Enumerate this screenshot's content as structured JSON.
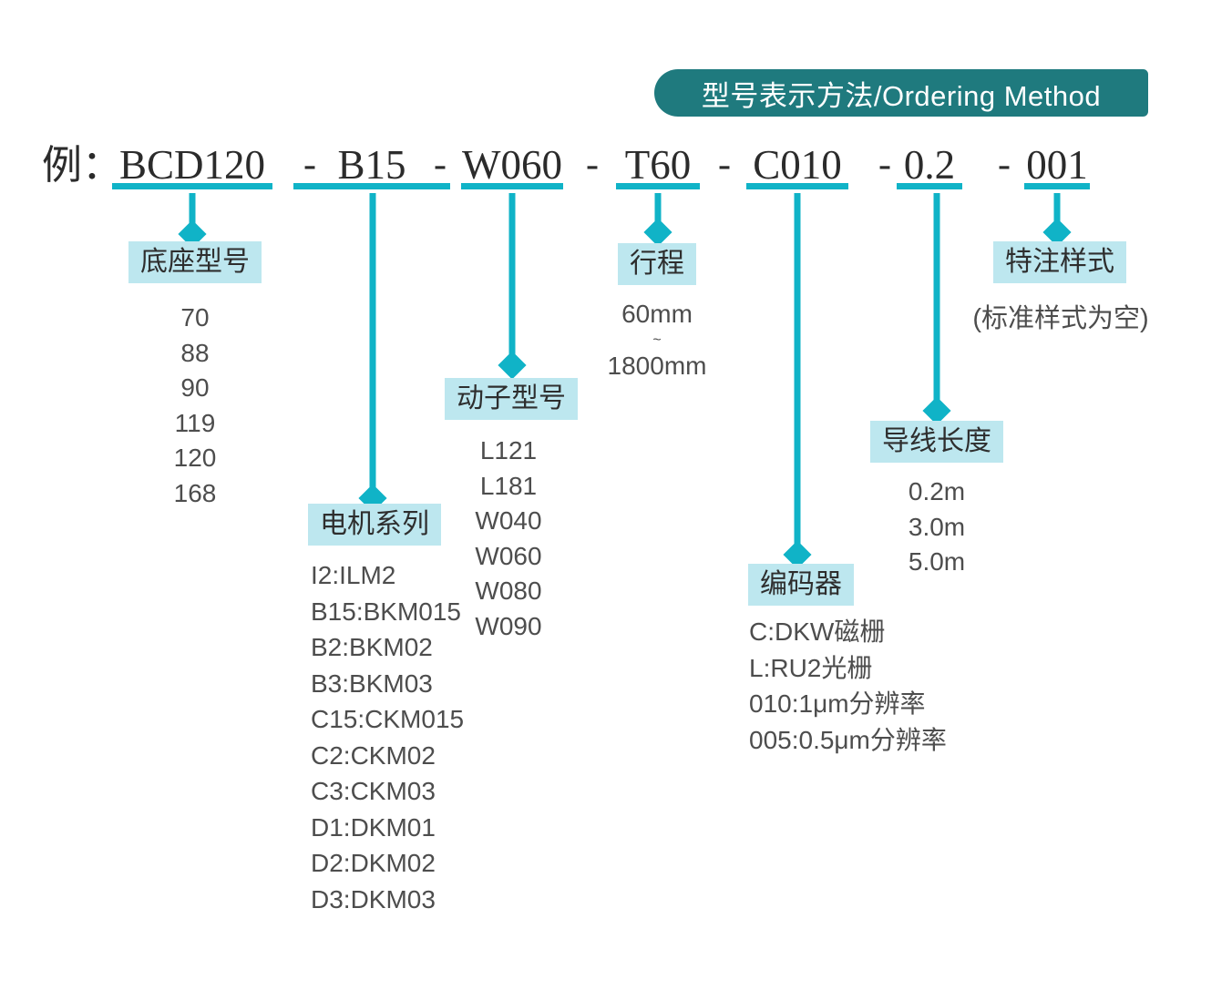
{
  "banner": {
    "title": "型号表示方法/Ordering Method"
  },
  "example": {
    "prefix": "例：",
    "separator": "-",
    "segments": [
      "BCD120",
      "B15",
      "W060",
      "T60",
      "C010",
      "0.2",
      "001"
    ]
  },
  "groups": [
    {
      "label": "底座型号",
      "values": [
        "70",
        "88",
        "90",
        "119",
        "120",
        "168"
      ]
    },
    {
      "label": "电机系列",
      "values": [
        "I2:ILM2",
        "B15:BKM015",
        "B2:BKM02",
        "B3:BKM03",
        "C15:CKM015",
        "C2:CKM02",
        "C3:CKM03",
        "D1:DKM01",
        "D2:DKM02",
        "D3:DKM03"
      ]
    },
    {
      "label": "动子型号",
      "values": [
        "L121",
        "L181",
        "W040",
        "W060",
        "W080",
        "W090"
      ]
    },
    {
      "label": "行程",
      "values": [
        "60mm",
        "~",
        "1800mm"
      ]
    },
    {
      "label": "编码器",
      "values": [
        "C:DKW磁栅",
        "L:RU2光栅",
        "010:1μm分辨率",
        "005:0.5μm分辨率"
      ]
    },
    {
      "label": "导线长度",
      "values": [
        "0.2m",
        "3.0m",
        "5.0m"
      ]
    },
    {
      "label": "特注样式",
      "values": [
        "(标准样式为空)"
      ]
    }
  ],
  "colors": {
    "accent": "#10b3c7",
    "banner_bg": "#1f7a7e",
    "label_bg": "#bde7ef"
  }
}
